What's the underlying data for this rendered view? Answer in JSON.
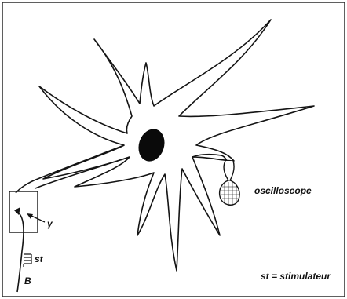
{
  "labels": {
    "oscilloscope": "oscilloscope",
    "gamma": "γ",
    "st": "st",
    "b": "B",
    "legend": "st = stimulateur"
  },
  "colors": {
    "ink": "#141414",
    "paper": "#ffffff",
    "nucleus": "#0a0a0a",
    "frame": "#2a2a2a"
  }
}
